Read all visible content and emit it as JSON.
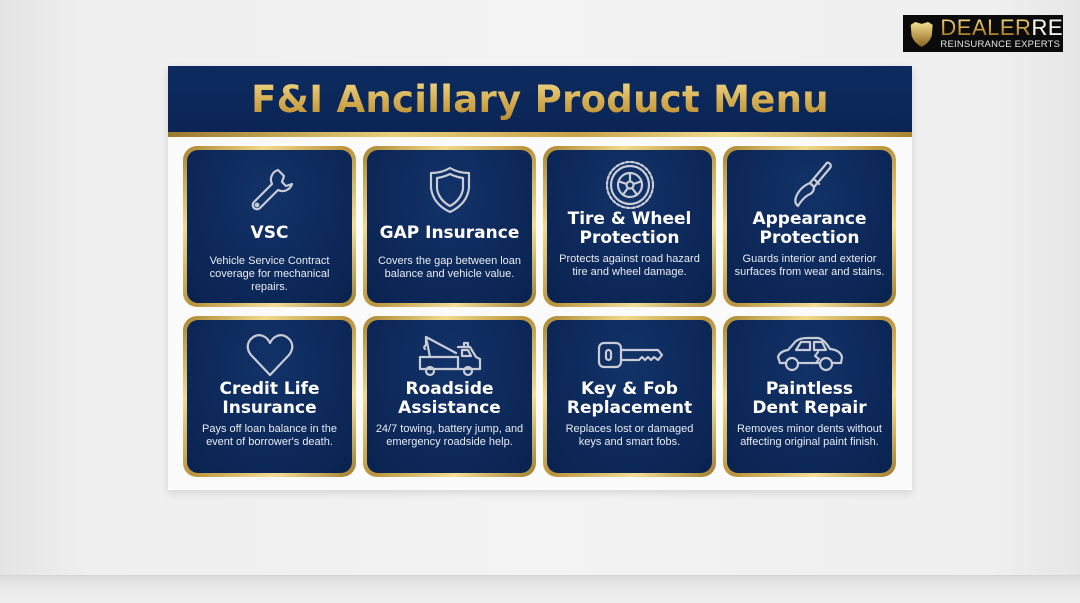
{
  "logo": {
    "brand_gold": "DEALER",
    "brand_white": "RE",
    "tagline": "REINSURANCE EXPERTS"
  },
  "board": {
    "title": "F&I Ancillary Product Menu",
    "colors": {
      "navy": "#0b2757",
      "gold": "#d4ac4f",
      "text": "#ffffff"
    },
    "products": [
      {
        "icon": "wrench-icon",
        "title_lines": [
          "VSC"
        ],
        "desc_lines": [
          "Vehicle Service Contract",
          "coverage for mechanical repairs."
        ]
      },
      {
        "icon": "shield-icon",
        "title_lines": [
          "GAP Insurance"
        ],
        "desc_lines": [
          "Covers the gap between loan",
          "balance and vehicle value."
        ]
      },
      {
        "icon": "tire-wheel-icon",
        "title_lines": [
          "Tire & Wheel",
          "Protection"
        ],
        "desc_lines": [
          "Protects against road hazard",
          "tire and wheel damage."
        ]
      },
      {
        "icon": "paintbrush-icon",
        "title_lines": [
          "Appearance",
          "Protection"
        ],
        "desc_lines": [
          "Guards interior and exterior",
          "surfaces from wear and stains."
        ]
      },
      {
        "icon": "heart-icon",
        "title_lines": [
          "Credit Life",
          "Insurance"
        ],
        "desc_lines": [
          "Pays off loan balance in the",
          "event of borrower's death."
        ]
      },
      {
        "icon": "tow-truck-icon",
        "title_lines": [
          "Roadside",
          "Assistance"
        ],
        "desc_lines": [
          "24/7 towing, battery jump, and",
          "emergency roadside help."
        ]
      },
      {
        "icon": "key-icon",
        "title_lines": [
          "Key & Fob",
          "Replacement"
        ],
        "desc_lines": [
          "Replaces lost or damaged",
          "keys and smart fobs."
        ]
      },
      {
        "icon": "dented-car-icon",
        "title_lines": [
          "Paintless",
          "Dent Repair"
        ],
        "desc_lines": [
          "Removes minor dents without",
          "affecting original paint finish."
        ]
      }
    ]
  }
}
